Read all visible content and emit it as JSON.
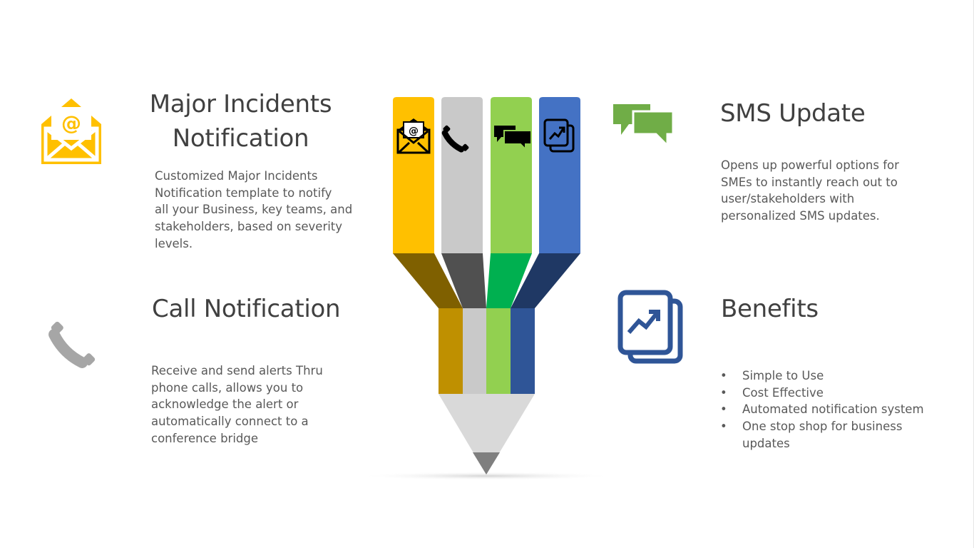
{
  "colors": {
    "yellow": "#FFC000",
    "gray": "#C8C8C8",
    "green": "#92D050",
    "blue": "#4472C4",
    "title": "#404040",
    "text": "#595959"
  },
  "sections": {
    "major_incidents": {
      "title_line1": "Major Incidents",
      "title_line2": "Notification",
      "body": [
        "Customized Major Incidents",
        "Notification template to notify",
        "all your Business, key teams, and",
        "stakeholders, based on severity",
        "levels."
      ],
      "icon": "envelope-at-icon"
    },
    "call_notification": {
      "title": "Call Notification",
      "body": [
        "Receive and send alerts Thru",
        "phone calls, allows you to",
        "acknowledge the alert or",
        "automatically connect to a",
        "conference bridge"
      ],
      "icon": "phone-icon"
    },
    "sms_update": {
      "title": "SMS Update",
      "body": [
        "Opens up powerful options for",
        "SMEs to instantly reach out to",
        "user/stakeholders with",
        "personalized SMS updates."
      ],
      "icon": "chat-bubbles-icon"
    },
    "benefits": {
      "title": "Benefits",
      "bullet": "•",
      "items": [
        [
          "Simple to Use"
        ],
        [
          "Cost Effective"
        ],
        [
          "Automated notification system"
        ],
        [
          "One stop shop for business",
          "updates"
        ]
      ],
      "icon": "documents-chart-icon"
    }
  },
  "pencil": {
    "segments": [
      "envelope-at-icon",
      "phone-icon",
      "chat-bubbles-icon",
      "documents-chart-icon"
    ]
  }
}
